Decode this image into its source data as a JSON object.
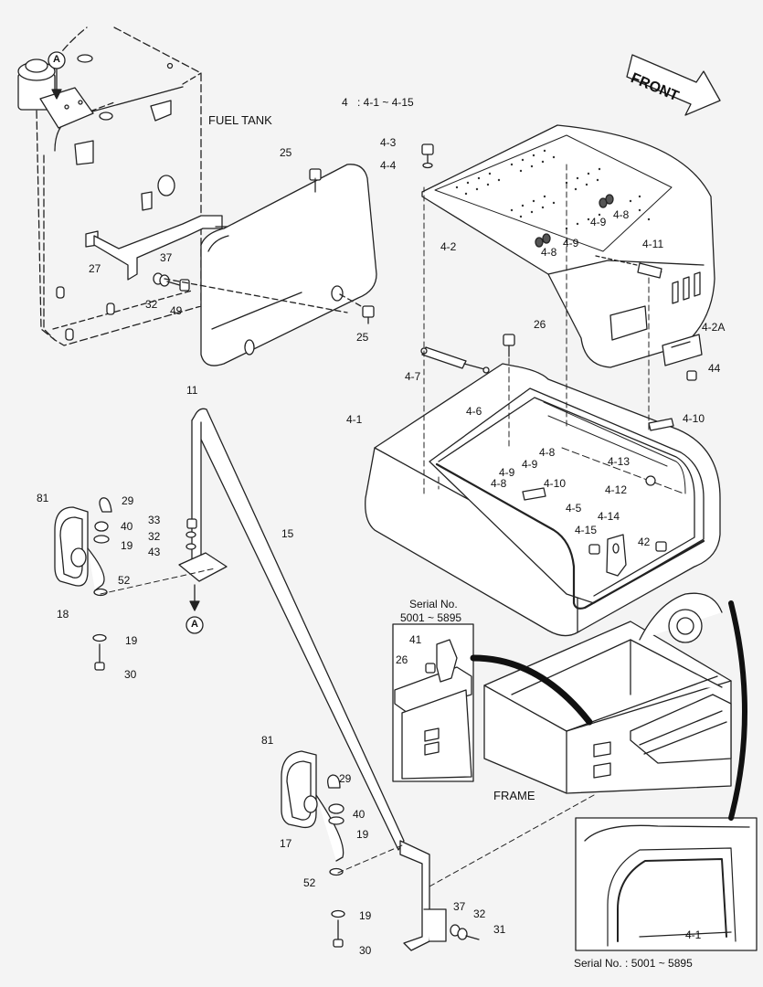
{
  "header": {
    "group": "4",
    "group_range": ": 4-1 ~ 4-15"
  },
  "front_label": "FRONT",
  "fuel_tank_label": "FUEL TANK",
  "frame_label": "FRAME",
  "view_a_label": "A",
  "inset1": {
    "title_line1": "Serial No.",
    "title_line2": "5001 ~ 5895"
  },
  "inset2": {
    "caption": "Serial No. : 5001 ~ 5895",
    "part": "4-1"
  },
  "callouts": {
    "c25a": "25",
    "c25b": "25",
    "c26a": "26",
    "c26b": "26",
    "c27": "27",
    "c37a": "37",
    "c32a": "32",
    "c49": "49",
    "c11": "11",
    "c4_3": "4-3",
    "c4_4": "4-4",
    "c4_2": "4-2",
    "c4_9a": "4-9",
    "c4_8a": "4-8",
    "c4_9b": "4-9",
    "c4_8b": "4-8",
    "c4_11": "4-11",
    "c4_2A": "4-2A",
    "c44": "44",
    "c4_7": "4-7",
    "c4_1": "4-1",
    "c4_6": "4-6",
    "c4_8c": "4-8",
    "c4_9c": "4-9",
    "c4_13": "4-13",
    "c4_9d": "4-9",
    "c4_8d": "4-8",
    "c4_12": "4-12",
    "c4_10a": "4-10",
    "c4_10b": "4-10",
    "c4_5": "4-5",
    "c4_14": "4-14",
    "c4_15": "4-15",
    "c42": "42",
    "c15": "15",
    "c81a": "81",
    "c29a": "29",
    "c33": "33",
    "c40a": "40",
    "c32b": "32",
    "c19a": "19",
    "c43": "43",
    "c52a": "52",
    "c18": "18",
    "c19b": "19",
    "c30a": "30",
    "c41": "41",
    "c81b": "81",
    "c29b": "29",
    "c40b": "40",
    "c19c": "19",
    "c17": "17",
    "c52b": "52",
    "c19d": "19",
    "c30b": "30",
    "c37b": "37",
    "c32c": "32",
    "c31": "31"
  }
}
